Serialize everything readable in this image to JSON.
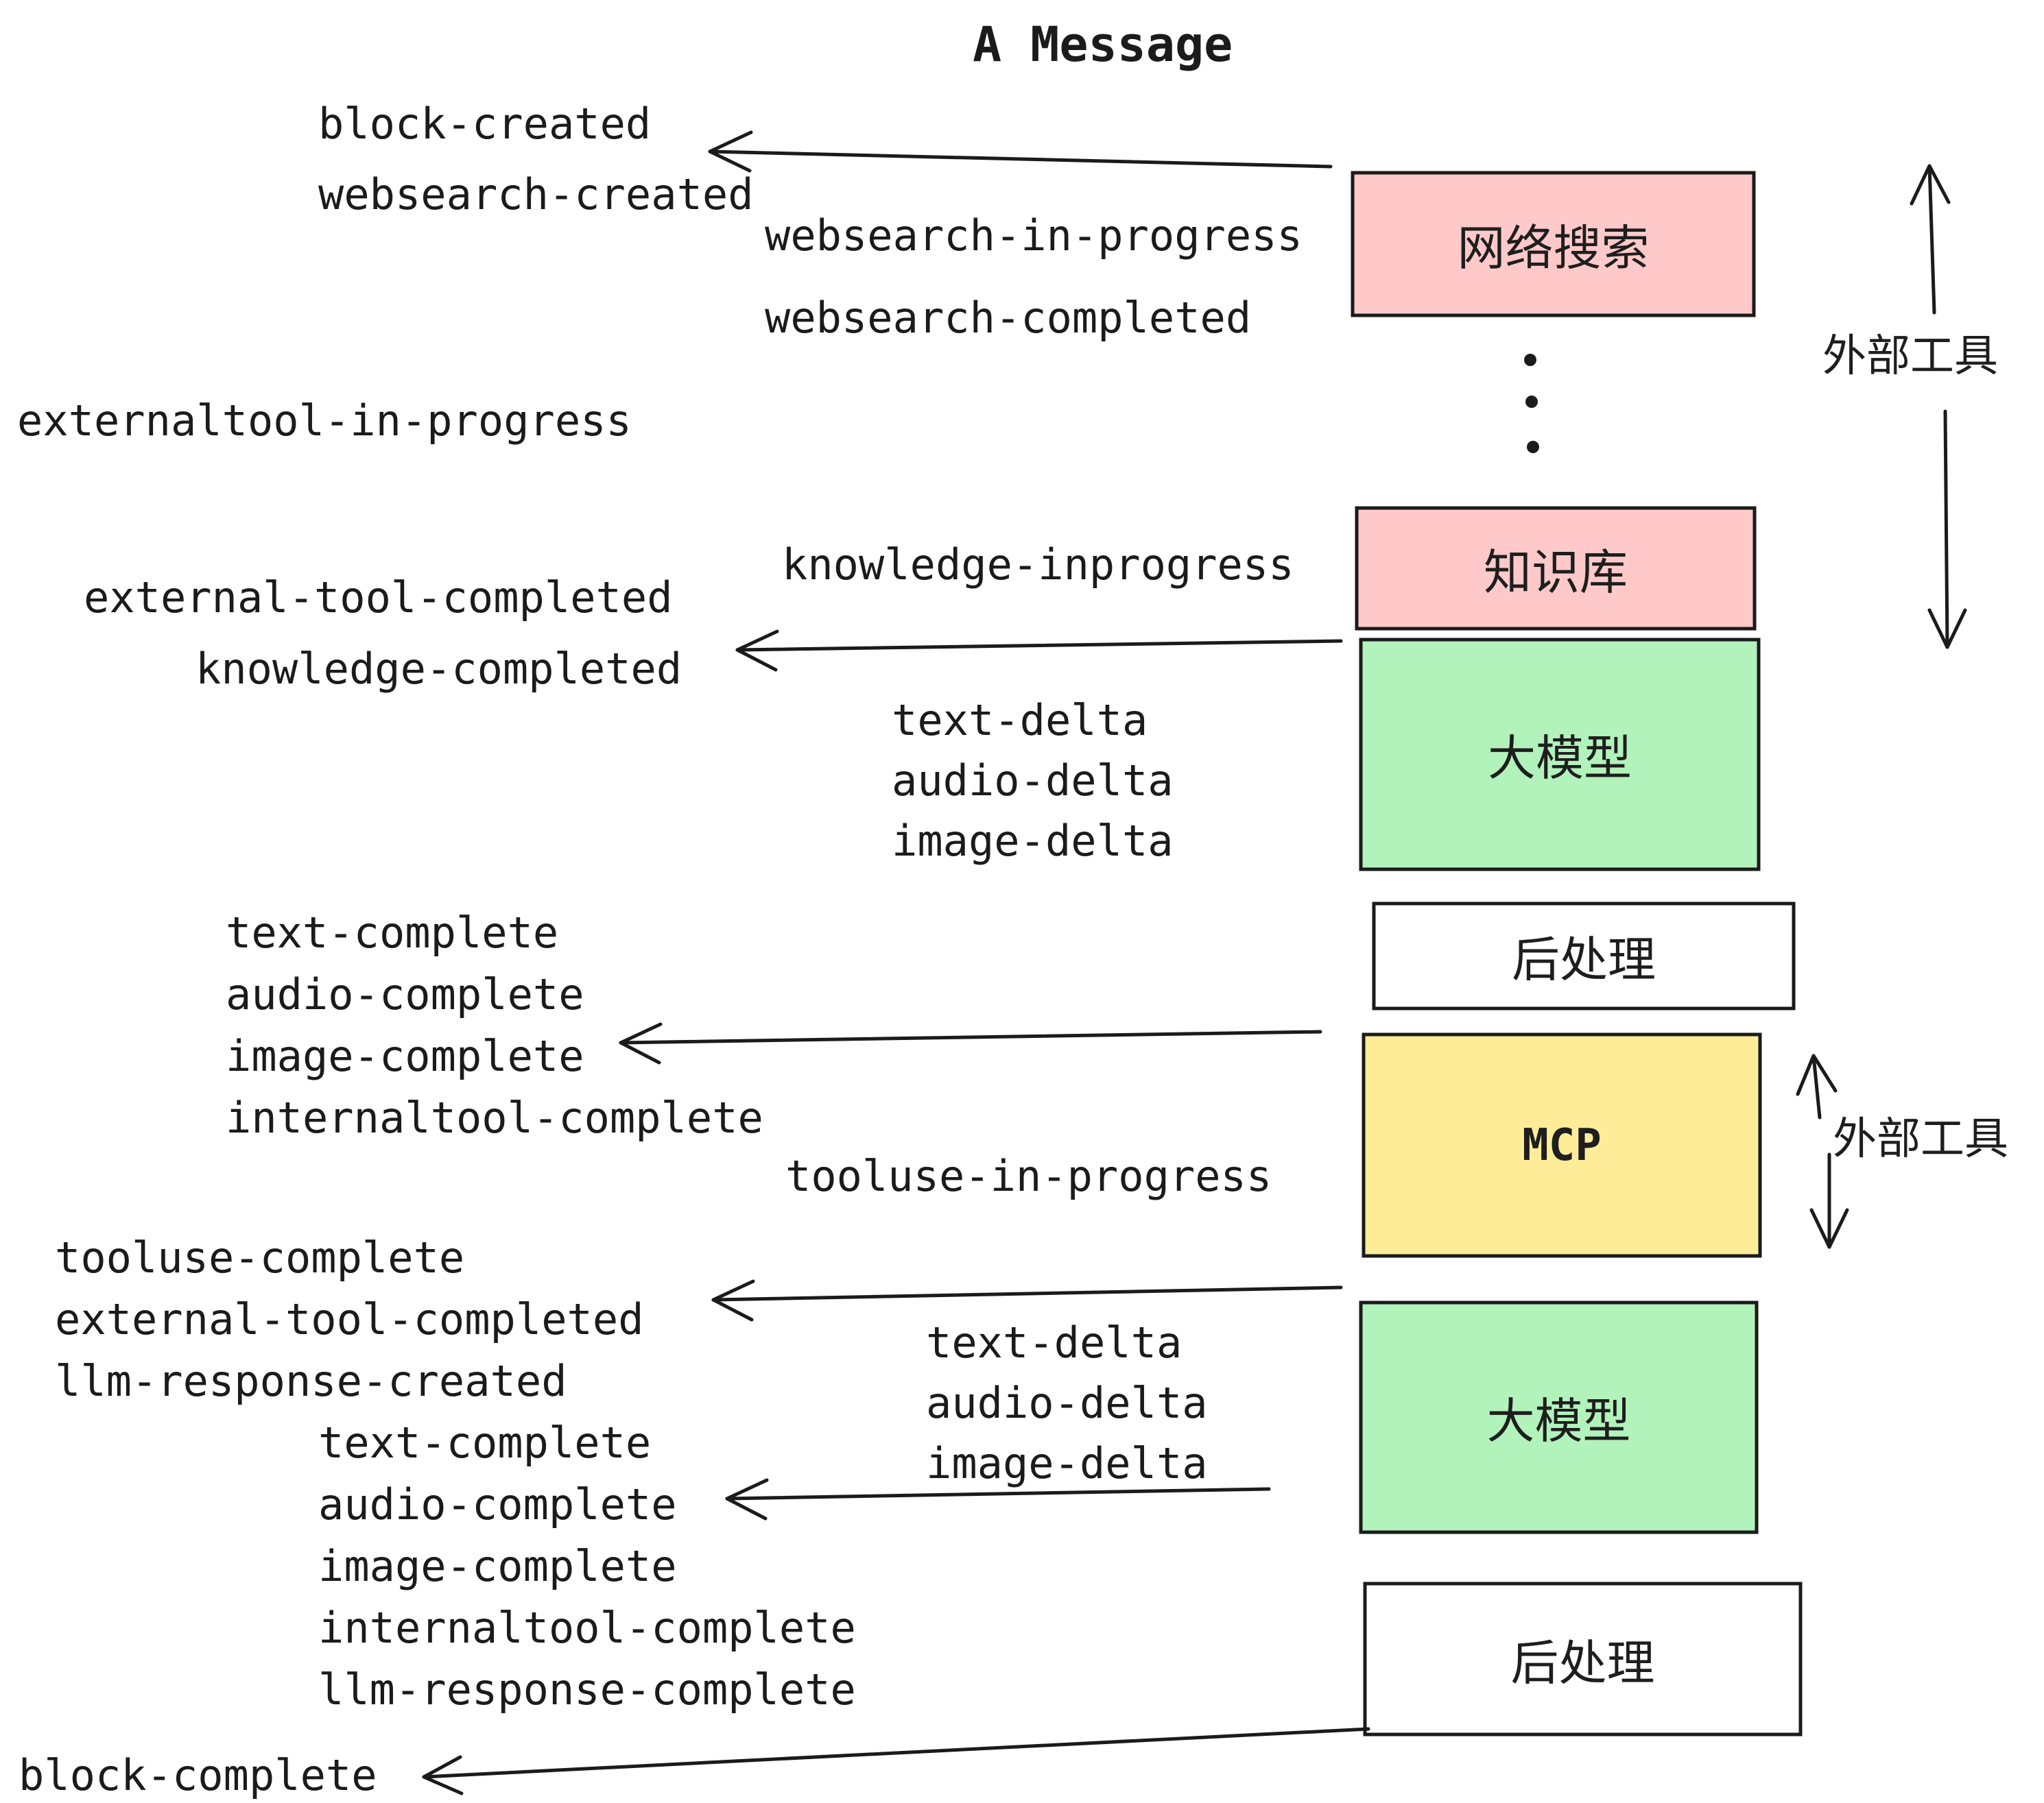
{
  "title": "A Message",
  "colors": {
    "background": "#ffffff",
    "stroke": "#1b1b1b",
    "box_pink": "#ffc9c9",
    "box_green": "#b2f2bb",
    "box_yellow": "#ffec99",
    "box_white": "#ffffff"
  },
  "events": {
    "block_created": "block-created",
    "websearch_created": "websearch-created",
    "websearch_in_progress": "websearch-in-progress",
    "websearch_completed": "websearch-completed",
    "externaltool_in_progress": "externaltool-in-progress",
    "knowledge_inprogress": "knowledge-inprogress",
    "external_tool_completed_1": "external-tool-completed",
    "knowledge_completed": "knowledge-completed",
    "text_delta_1": "text-delta",
    "audio_delta_1": "audio-delta",
    "image_delta_1": "image-delta",
    "text_complete_1": "text-complete",
    "audio_complete_1": "audio-complete",
    "image_complete_1": "image-complete",
    "internaltool_complete_1": "internaltool-complete",
    "tooluse_in_progress": "tooluse-in-progress",
    "tooluse_complete": "tooluse-complete",
    "external_tool_completed_2": "external-tool-completed",
    "llm_response_created": "llm-response-created",
    "text_delta_2": "text-delta",
    "audio_delta_2": "audio-delta",
    "image_delta_2": "image-delta",
    "text_complete_2": "text-complete",
    "audio_complete_2": "audio-complete",
    "image_complete_2": "image-complete",
    "internaltool_complete_2": "internaltool-complete",
    "llm_response_complete": "llm-response-complete",
    "block_complete": "block-complete"
  },
  "boxes": {
    "websearch": {
      "label": "网络搜索",
      "fill": "#ffc9c9"
    },
    "knowledge": {
      "label": "知识库",
      "fill": "#ffc9c9"
    },
    "llm_top": {
      "label": "大模型",
      "fill": "#b2f2bb"
    },
    "post_top": {
      "label": "后处理",
      "fill": "#ffffff"
    },
    "mcp": {
      "label": "MCP",
      "fill": "#ffec99"
    },
    "llm_bottom": {
      "label": "大模型",
      "fill": "#b2f2bb"
    },
    "post_bottom": {
      "label": "后处理",
      "fill": "#ffffff"
    }
  },
  "annotations": {
    "external_tools_top": "外部工具",
    "external_tools_mid": "外部工具"
  }
}
